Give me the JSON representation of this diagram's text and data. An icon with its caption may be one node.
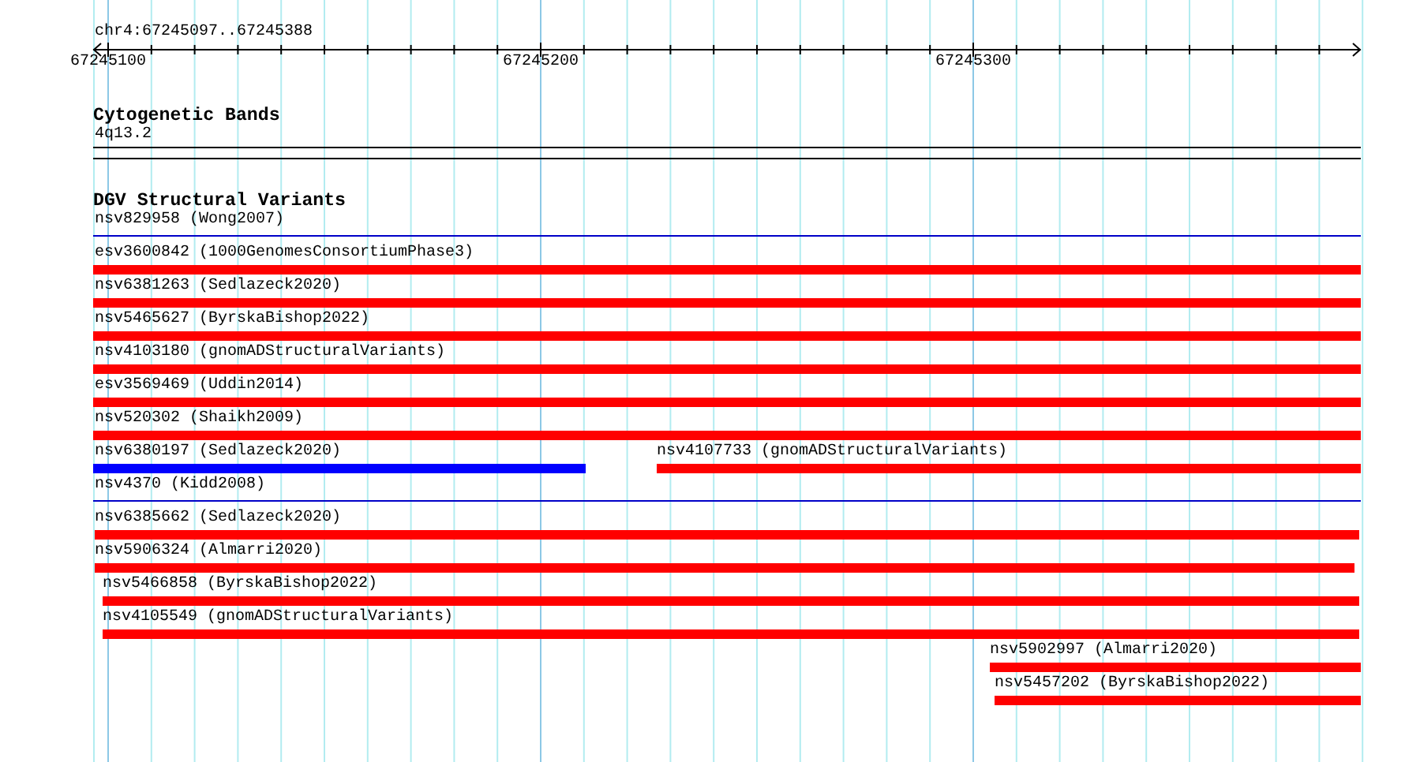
{
  "diagram": {
    "title": "chr4:67245097..67245388",
    "nodes": [
      {
        "text": [
          "4q13.2"
        ]
      },
      {
        "text": [
          "nsv829958 (Wong2007)"
        ]
      },
      {
        "text": [
          "esv3600842 (1000GenomesConsortiumPhase3)"
        ]
      },
      {
        "text": [
          "nsv6381263 (Sedlazeck2020)"
        ]
      },
      {
        "text": [
          "nsv5465627 (ByrskaBishop2022)"
        ]
      },
      {
        "text": [
          "nsv4103180 (gnomADStructuralVariants)"
        ]
      },
      {
        "text": [
          "esv3569469 (Uddin2014)"
        ]
      },
      {
        "text": [
          "nsv520302 (Shaikh2009)"
        ]
      },
      {
        "text": [
          "nsv6380197 (Sedlazeck2020)"
        ]
      },
      {
        "text": [
          "nsv4107733 (gnomADStructuralVariants)"
        ]
      },
      {
        "text": [
          "nsv4370 (Kidd2008)"
        ]
      },
      {
        "text": [
          "nsv6385662 (Sedlazeck2020)"
        ]
      },
      {
        "text": [
          "nsv5906324 (Almarri2020)"
        ]
      },
      {
        "text": [
          "nsv5466858 (ByrskaBishop2022)"
        ]
      },
      {
        "text": [
          "nsv4105549 (gnomADStructuralVariants)"
        ]
      },
      {
        "text": [
          "nsv5902997 (Almarri2020)"
        ]
      },
      {
        "text": [
          "nsv5457202 (ByrskaBishop2022)"
        ]
      }
    ],
    "labels": [
      "67245100",
      "67245200",
      "67245300",
      "Cytogenetic Bands",
      "DGV Structural Variants"
    ]
  }
}
